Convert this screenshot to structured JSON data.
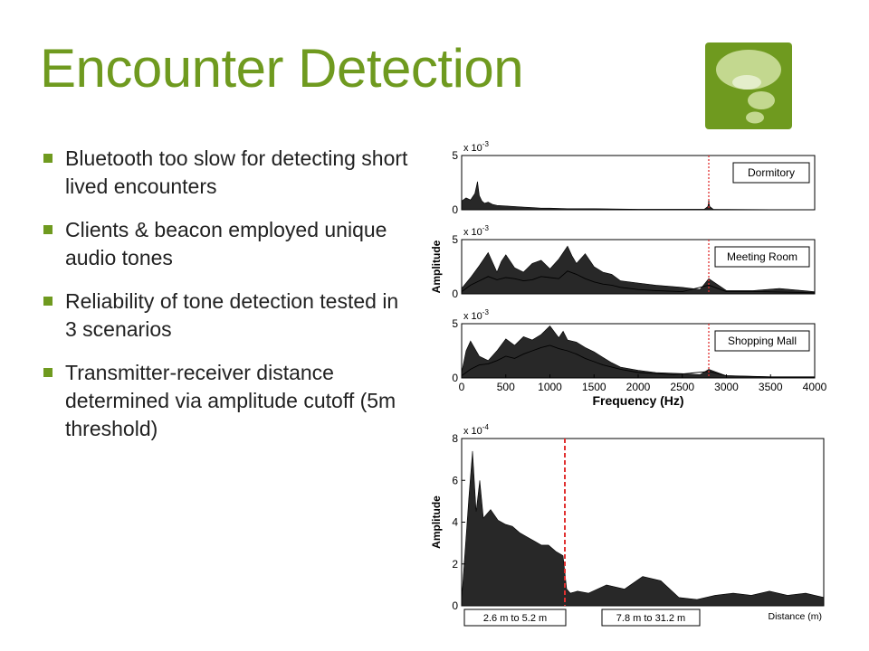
{
  "slide": {
    "title": "Encounter Detection",
    "bullets": [
      "Bluetooth too slow for detecting short lived encounters",
      "Clients & beacon employed unique audio tones",
      "Reliability of tone detection tested in 3 scenarios",
      "Transmitter-receiver distance determined via amplitude cutoff (5m threshold)"
    ],
    "logo_icon": "speech-bubbles-icon",
    "accent_color": "#6f9a1f"
  },
  "chart_data": [
    {
      "type": "area",
      "title": "Dormitory",
      "xlabel": "",
      "ylabel": "",
      "xlim": [
        0,
        4000
      ],
      "ylim": [
        0,
        5
      ],
      "y_exponent_label": "x 10^-3",
      "yticks": [
        0,
        5
      ],
      "marker_line_x": 2800,
      "series": [
        {
          "x": [
            0,
            50,
            100,
            150,
            180,
            200,
            230,
            260,
            300,
            350,
            400,
            500,
            600,
            700,
            800,
            900,
            1000,
            1200,
            1500,
            2000,
            2500,
            2750,
            2790,
            2800,
            2810,
            2850,
            3000,
            3500,
            4000
          ],
          "values": [
            0.8,
            1.1,
            0.9,
            1.5,
            2.6,
            1.3,
            0.8,
            0.6,
            0.7,
            0.5,
            0.4,
            0.35,
            0.3,
            0.25,
            0.2,
            0.15,
            0.15,
            0.1,
            0.1,
            0.05,
            0.05,
            0.05,
            0.3,
            0.9,
            0.3,
            0.05,
            0.03,
            0.02,
            0.02
          ]
        }
      ]
    },
    {
      "type": "area",
      "title": "Meeting Room",
      "xlabel": "",
      "ylabel": "Amplitude",
      "xlim": [
        0,
        4000
      ],
      "ylim": [
        0,
        5
      ],
      "y_exponent_label": "x 10^-3",
      "yticks": [
        0,
        5
      ],
      "marker_line_x": 2800,
      "series": [
        {
          "x": [
            0,
            100,
            200,
            300,
            400,
            450,
            500,
            600,
            700,
            800,
            900,
            1000,
            1100,
            1200,
            1250,
            1300,
            1400,
            1500,
            1600,
            1700,
            1800,
            2000,
            2200,
            2500,
            2700,
            2800,
            3000,
            3300,
            3600,
            4000
          ],
          "values": [
            0.5,
            1.5,
            2.6,
            3.8,
            2.0,
            3.0,
            3.6,
            2.4,
            2.0,
            2.8,
            3.1,
            2.3,
            3.2,
            4.4,
            3.5,
            2.8,
            3.7,
            2.5,
            2.0,
            1.8,
            1.2,
            1.0,
            0.8,
            0.6,
            0.4,
            1.4,
            0.3,
            0.3,
            0.5,
            0.2
          ]
        },
        {
          "x": [
            0,
            100,
            200,
            300,
            400,
            500,
            600,
            700,
            800,
            900,
            1000,
            1100,
            1200,
            1300,
            1400,
            1500,
            1600,
            1700,
            1800,
            2000,
            2200,
            2500,
            2800,
            3000,
            3400,
            4000
          ],
          "values": [
            0.2,
            0.8,
            1.2,
            1.6,
            1.3,
            1.5,
            1.4,
            1.2,
            1.3,
            1.6,
            1.5,
            1.4,
            2.1,
            1.8,
            1.4,
            1.1,
            0.9,
            0.8,
            0.6,
            0.4,
            0.3,
            0.2,
            0.8,
            0.2,
            0.2,
            0.1
          ]
        }
      ]
    },
    {
      "type": "area",
      "title": "Shopping Mall",
      "xlabel": "Frequency (Hz)",
      "ylabel": "",
      "xlim": [
        0,
        4000
      ],
      "ylim": [
        0,
        5
      ],
      "y_exponent_label": "x 10^-3",
      "yticks": [
        0,
        5
      ],
      "xticks": [
        0,
        500,
        1000,
        1500,
        2000,
        2500,
        3000,
        3500,
        4000
      ],
      "marker_line_x": 2800,
      "series": [
        {
          "x": [
            0,
            50,
            100,
            200,
            300,
            400,
            500,
            600,
            700,
            800,
            900,
            1000,
            1100,
            1150,
            1200,
            1300,
            1400,
            1500,
            1600,
            1700,
            1800,
            2000,
            2200,
            2500,
            2700,
            2800,
            3000,
            3500,
            4000
          ],
          "values": [
            0.5,
            2.5,
            3.4,
            2.0,
            1.6,
            2.5,
            3.6,
            3.0,
            3.8,
            3.5,
            4.0,
            4.8,
            3.7,
            4.3,
            3.5,
            3.3,
            2.8,
            2.4,
            1.9,
            1.4,
            1.0,
            0.7,
            0.5,
            0.4,
            0.3,
            0.8,
            0.2,
            0.1,
            0.1
          ]
        },
        {
          "x": [
            0,
            100,
            200,
            300,
            400,
            500,
            600,
            700,
            800,
            900,
            1000,
            1100,
            1200,
            1300,
            1400,
            1500,
            1600,
            1800,
            2000,
            2400,
            2800,
            3000,
            3500,
            4000
          ],
          "values": [
            0.2,
            0.8,
            1.2,
            1.3,
            1.6,
            2.0,
            1.8,
            2.2,
            2.5,
            2.8,
            3.0,
            2.7,
            2.5,
            2.2,
            1.8,
            1.5,
            1.2,
            0.8,
            0.5,
            0.3,
            0.6,
            0.2,
            0.1,
            0.1
          ]
        }
      ]
    },
    {
      "type": "area",
      "title": "",
      "xlabel": "Distance (m)",
      "ylabel": "Amplitude",
      "xlim": [
        0,
        1
      ],
      "ylim": [
        0,
        8
      ],
      "y_exponent_label": "x 10^-4",
      "yticks": [
        0,
        2,
        4,
        6,
        8
      ],
      "marker_line_x": 0.285,
      "range_labels": [
        "2.6 m to 5.2 m",
        "7.8 m to 31.2 m"
      ],
      "series": [
        {
          "x": [
            0,
            0.02,
            0.03,
            0.04,
            0.05,
            0.06,
            0.08,
            0.1,
            0.12,
            0.14,
            0.16,
            0.18,
            0.2,
            0.22,
            0.24,
            0.26,
            0.28,
            0.29,
            0.3,
            0.32,
            0.35,
            0.4,
            0.45,
            0.5,
            0.55,
            0.6,
            0.65,
            0.7,
            0.75,
            0.8,
            0.85,
            0.9,
            0.95,
            1.0
          ],
          "values": [
            0.3,
            5.2,
            7.4,
            4.5,
            6.0,
            4.2,
            4.6,
            4.1,
            3.9,
            3.8,
            3.5,
            3.3,
            3.1,
            2.9,
            2.9,
            2.6,
            2.4,
            0.8,
            0.6,
            0.7,
            0.6,
            1.0,
            0.8,
            1.4,
            1.2,
            0.4,
            0.3,
            0.5,
            0.6,
            0.5,
            0.7,
            0.5,
            0.6,
            0.4
          ]
        }
      ]
    }
  ]
}
